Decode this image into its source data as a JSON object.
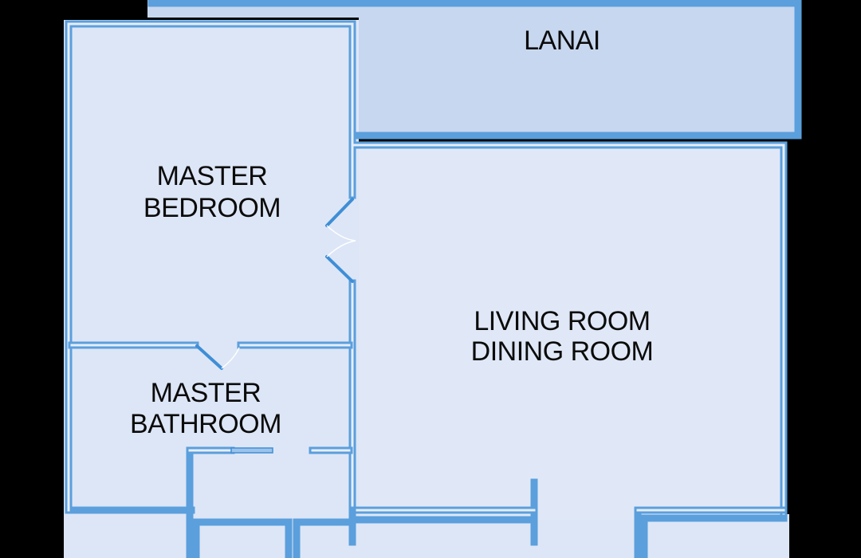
{
  "floor_plan": {
    "rooms": {
      "lanai": "LANAI",
      "master_bedroom_line1": "MASTER",
      "master_bedroom_line2": "BEDROOM",
      "master_bathroom_line1": "MASTER",
      "master_bathroom_line2": "BATHROOM",
      "living_line1": "LIVING ROOM",
      "living_line2": "DINING ROOM"
    }
  },
  "colors": {
    "background": "#000000",
    "floor_fill": "#dde6f6",
    "lanai_fill": "#c7d7ef",
    "wall_stroke": "#5b9fdc"
  }
}
